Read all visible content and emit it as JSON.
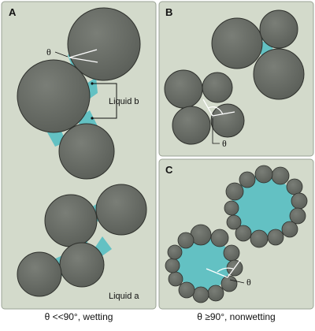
{
  "panels": {
    "a": {
      "label": "A"
    },
    "b": {
      "label": "B"
    },
    "c": {
      "label": "C"
    }
  },
  "annotations": {
    "theta": "θ",
    "liquid_b": "Liquid b",
    "liquid_a": "Liquid a"
  },
  "captions": {
    "left": "θ <<90°, wetting",
    "right": "θ ≥90°, nonwetting"
  },
  "colors": {
    "background": "#d3dacb",
    "particle": "#6b6f68",
    "particle_edge": "#2e302c",
    "liquid": "#63c1c3",
    "border": "#9aa394"
  }
}
